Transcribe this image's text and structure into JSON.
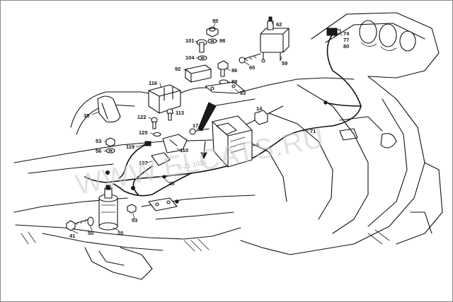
{
  "watermark": {
    "text": "WWW.ELCATS.RU",
    "code": "8-21-1025"
  },
  "callouts": [
    {
      "id": "c95",
      "text": "95"
    },
    {
      "id": "c62",
      "text": "62"
    },
    {
      "id": "c101",
      "text": "101"
    },
    {
      "id": "c98",
      "text": "98"
    },
    {
      "id": "c74",
      "text": "74"
    },
    {
      "id": "c77",
      "text": "77"
    },
    {
      "id": "c80",
      "text": "80"
    },
    {
      "id": "c104",
      "text": "104"
    },
    {
      "id": "c65",
      "text": "65"
    },
    {
      "id": "c59",
      "text": "59"
    },
    {
      "id": "c92",
      "text": "92"
    },
    {
      "id": "c86",
      "text": "86"
    },
    {
      "id": "c89",
      "text": "89"
    },
    {
      "id": "c83",
      "text": "83"
    },
    {
      "id": "c116",
      "text": "116"
    },
    {
      "id": "c14",
      "text": "14"
    },
    {
      "id": "c35",
      "text": "35"
    },
    {
      "id": "c122",
      "text": "122"
    },
    {
      "id": "c113",
      "text": "113"
    },
    {
      "id": "c17",
      "text": "17"
    },
    {
      "id": "c125",
      "text": "125"
    },
    {
      "id": "c71",
      "text": "71"
    },
    {
      "id": "c53a",
      "text": "53"
    },
    {
      "id": "c119",
      "text": "119"
    },
    {
      "id": "c110",
      "text": "110"
    },
    {
      "id": "c5",
      "text": "5"
    },
    {
      "id": "c56",
      "text": "56"
    },
    {
      "id": "c107",
      "text": "107"
    },
    {
      "id": "c23",
      "text": "23"
    },
    {
      "id": "c53b",
      "text": "53"
    },
    {
      "id": "c41",
      "text": "41"
    },
    {
      "id": "c50",
      "text": "50"
    },
    {
      "id": "c20",
      "text": "20"
    }
  ]
}
